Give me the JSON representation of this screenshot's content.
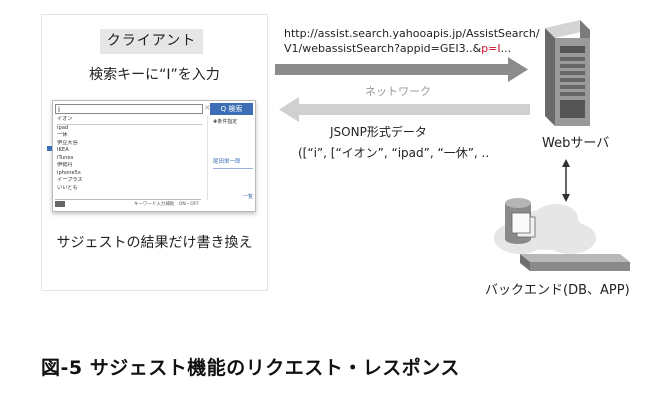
{
  "client": {
    "label": "クライアント",
    "action": "検索キーに“I”を入力",
    "caption": "サジェストの結果だけ書き換え",
    "mock": {
      "input_value": "i",
      "clear": "×",
      "search_button": "Q 検索",
      "option": "✚条件指定",
      "suggestions": [
        "イオン",
        "ipad",
        "一休",
        "伊豆大島",
        "IKEA",
        "iTunes",
        "伊勢丹",
        "iphone5s",
        "イープラス",
        "いいとも"
      ],
      "right_link": "尾田栄一郎",
      "right_link2": "一覧",
      "footer": "キーワード入力補助　ON・OFF"
    }
  },
  "request": {
    "url_line1": "http://assist.search.yahooapis.jp/AssistSearch/",
    "url_line2_prefix": "V1/webassistSearch?appid=GEI3..&",
    "url_line2_highlight": "p=I",
    "url_line2_suffix": "..."
  },
  "network_label": "ネットワーク",
  "response": {
    "title": "JSONP形式データ",
    "body": "([“i”, [“イオン”, “ipad”, “一休”, .."
  },
  "web_server_label": "Webサーバ",
  "backend_label": "バックエンド(DB、APP)",
  "figure_caption": "図-5  サジェスト機能のリクエスト・レスポンス",
  "colors": {
    "arrow_request": "#8c8c8c",
    "arrow_response": "#cfcfcf",
    "highlight": "#c8102e",
    "search_button": "#3d6db5"
  }
}
